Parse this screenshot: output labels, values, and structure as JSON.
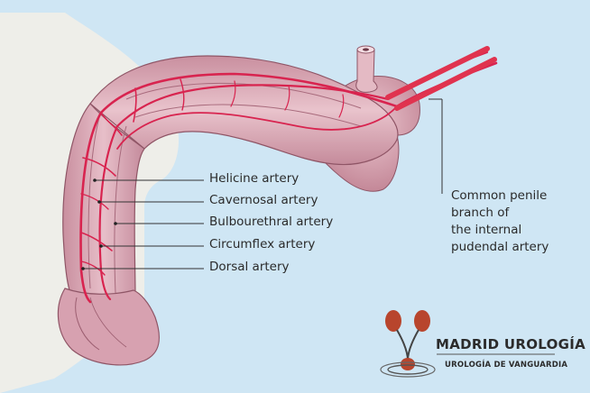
{
  "labels": {
    "helicine": "Helicine artery",
    "cavernosal": "Cavernosal artery",
    "bulbourethral": "Bulbourethral artery",
    "circumflex": "Circumflex artery",
    "dorsal": "Dorsal artery"
  },
  "common_penile": {
    "line1": "Common penile",
    "line2": "branch of",
    "line3": "the internal",
    "line4": "pudendal artery"
  },
  "logo": {
    "name": "MADRID UROLOGÍA",
    "tagline": "UROLOGÍA DE VANGUARDIA"
  },
  "colors": {
    "background": "#cfe6f4",
    "tissue": "#d9a6b3",
    "artery": "#d8244f",
    "logo_red": "#b8452d"
  }
}
